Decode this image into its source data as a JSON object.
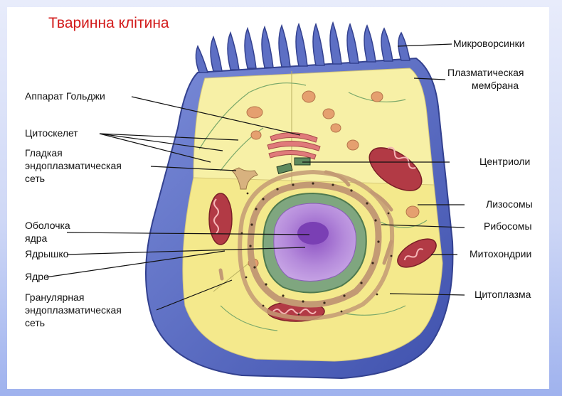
{
  "title": "Тваринна клітина",
  "labels": {
    "golgi": "Аппарат Гольджи",
    "cytoskeleton": "Цитоскелет",
    "smooth_er_1": "Гладкая",
    "smooth_er_2": "эндоплазматическая",
    "smooth_er_3": "сеть",
    "envelope_1": "Оболочка",
    "envelope_2": "ядра",
    "nucleolus": "Ядрышко",
    "nucleus": "Ядро",
    "rough_er_1": "Гранулярная",
    "rough_er_2": "эндоплазматическая",
    "rough_er_3": "сеть",
    "microvilli": "Микроворсинки",
    "membrane_1": "Плазматическая",
    "membrane_2": "мембрана",
    "centrioles": "Центриоли",
    "lysosomes": "Лизосомы",
    "ribosomes": "Рибосомы",
    "mitochondria": "Митохондрии",
    "cytoplasm": "Цитоплазма"
  },
  "colors": {
    "membrane": "#5d6fc4",
    "cytoplasm": "#f7f0a6",
    "mitochondria": "#b23a45",
    "lysosome": "#e5a06f",
    "nucleus": "#a77ad0",
    "er": "#c39a74",
    "envelope": "#6f9a6f",
    "title": "#d21a1a"
  }
}
